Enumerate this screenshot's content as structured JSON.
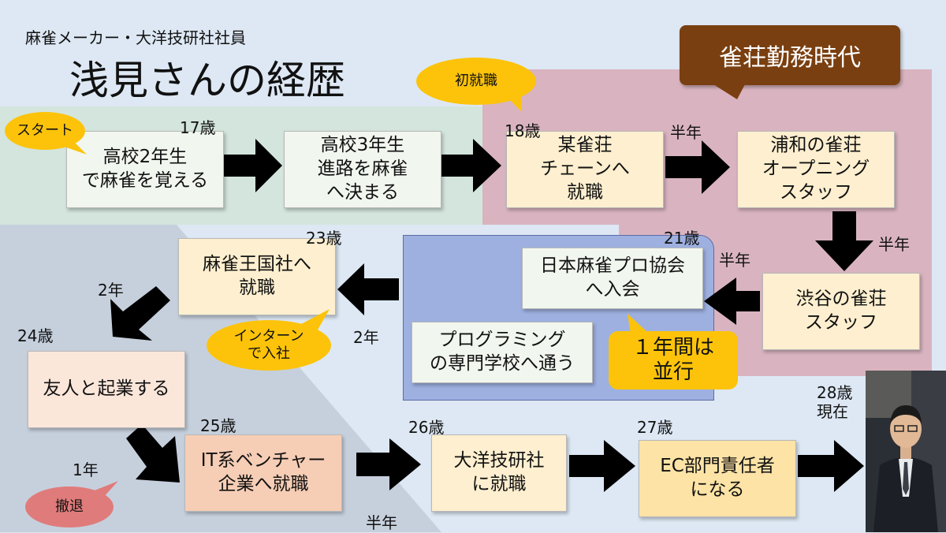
{
  "header": {
    "subtitle": "麻雀メーカー・大洋技研社社員",
    "title": "浅見さんの経歴"
  },
  "banner": "雀荘勤務時代",
  "bubbles": {
    "start": "スタート",
    "first_job": "初就職",
    "intern": "インターン\nで入社",
    "parallel": "１年間は\n並行",
    "withdraw": "撤退"
  },
  "steps": {
    "s1": "高校2年生\nで麻雀を覚える",
    "s2": "高校3年生\n進路を麻雀\nへ決まる",
    "s3": "某雀荘\nチェーンへ\n就職",
    "s4": "浦和の雀荘\nオープニング\nスタッフ",
    "s5": "渋谷の雀荘\nスタッフ",
    "s6": "日本麻雀プロ協会\nへ入会",
    "s7": "プログラミング\nの専門学校へ通う",
    "s8": "麻雀王国社へ\n就職",
    "s9": "友人と起業する",
    "s10": "IT系ベンチャー\n企業へ就職",
    "s11": "大洋技研社\nに就職",
    "s12": "EC部門責任者\nになる"
  },
  "ages": {
    "a17": "17歳",
    "a18": "18歳",
    "a21": "21歳",
    "a23": "23歳",
    "a24": "24歳",
    "a25": "25歳",
    "a26": "26歳",
    "a27": "27歳",
    "a28": "28歳\n現在"
  },
  "durations": {
    "d1": "半年",
    "d2": "半年",
    "d3": "半年",
    "d4": "2年",
    "d5": "2年",
    "d6": "1年",
    "d7": "半年"
  },
  "colors": {
    "highschool_zone": "#d3e5dc",
    "jansou_zone": "#d9b4c0",
    "study_zone": "#9eb0e0",
    "left_zone": "#c6d0dd",
    "banner": "#7a3f10",
    "bubble_yellow": "#fcc30a",
    "bubble_red": "#e07b7b",
    "box_light_green": "#f1f6ef",
    "box_cream": "#fdefcf",
    "box_peach": "#fbe6da",
    "box_salmon": "#f6cdb5",
    "box_light_yellow": "#fde3a6",
    "arrow": "#000000"
  }
}
